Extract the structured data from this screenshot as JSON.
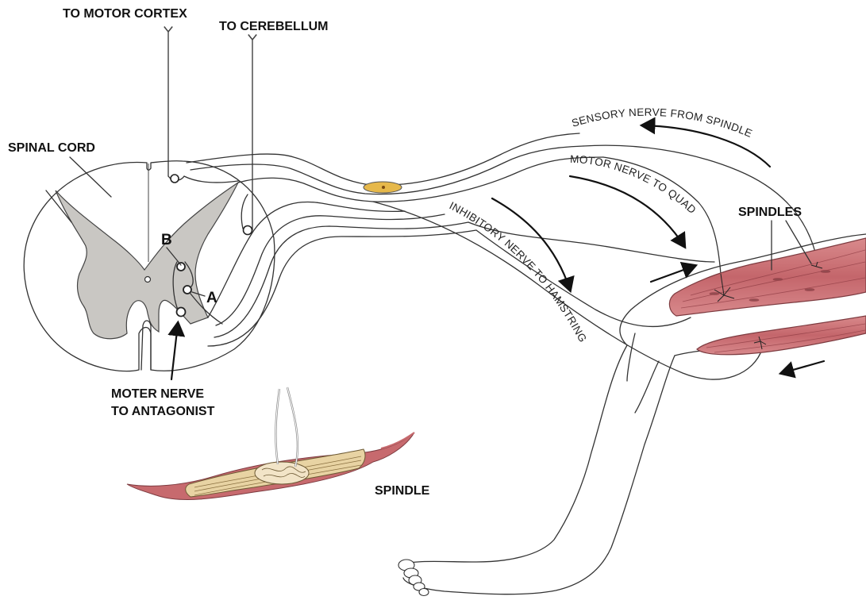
{
  "labels": {
    "to_motor_cortex": "TO MOTOR CORTEX",
    "to_cerebellum": "TO CEREBELLUM",
    "spinal_cord": "SPINAL CORD",
    "point_b": "B",
    "point_a": "A",
    "moter_nerve_line1": "MOTER NERVE",
    "moter_nerve_line2": "TO ANTAGONIST",
    "spindle": "SPINDLE",
    "spindles": "SPINDLES"
  },
  "path_labels": {
    "sensory_nerve": "SENSORY NERVE FROM SPINDLE",
    "motor_nerve": "MOTOR NERVE TO QUAD",
    "inhibitory_nerve": "INHIBITORY NERVE TO HAMSTRING"
  },
  "colors": {
    "grey_matter": "#c9c7c3",
    "muscle": "#c76a6e",
    "muscle_dark": "#a14a50",
    "tendon_fiber": "#e8d3a3",
    "ganglion": "#e6b84a"
  }
}
